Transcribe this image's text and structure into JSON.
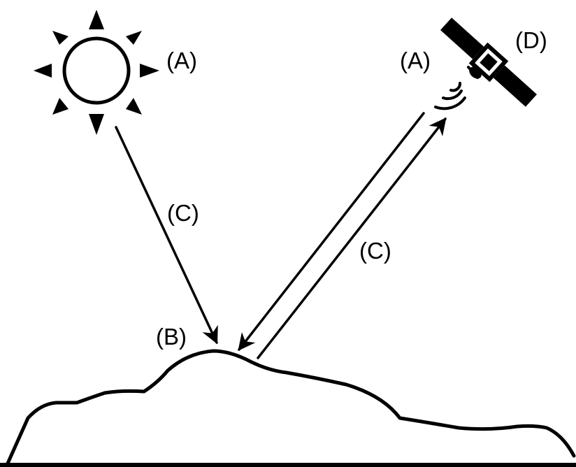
{
  "labels": {
    "sun": "(A)",
    "satellite_sensor": "(A)",
    "satellite": "(D)",
    "target": "(B)",
    "incoming_path": "(C)",
    "return_path": "(C)"
  },
  "colors": {
    "ink": "#000000",
    "background": "#ffffff"
  },
  "icons": {
    "sun": "sun-icon",
    "satellite": "satellite-icon",
    "signal": "signal-waves-icon"
  }
}
